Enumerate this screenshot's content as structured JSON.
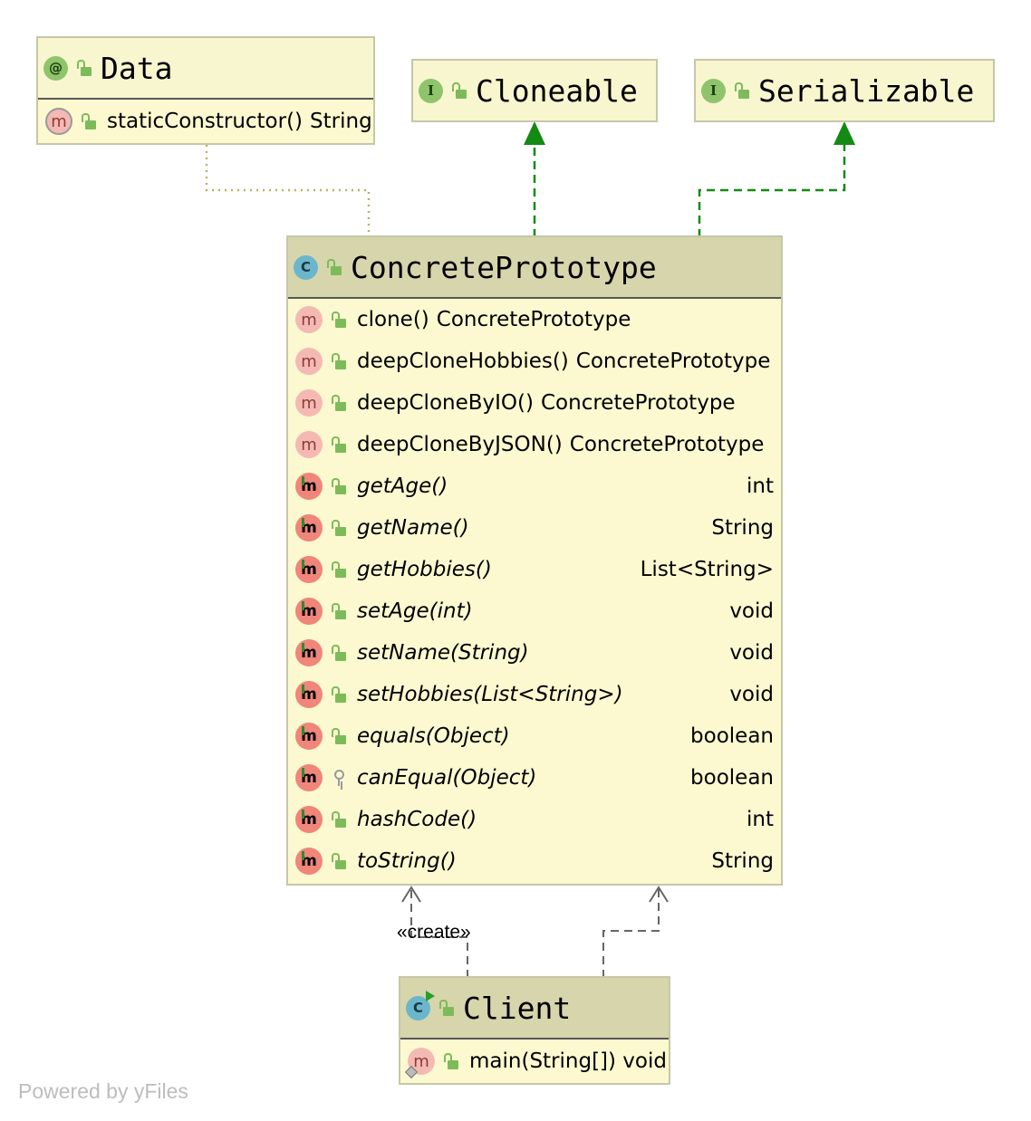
{
  "data_box": {
    "title": "Data",
    "kind_letter": "@",
    "members": [
      {
        "name": "staticConstructor()",
        "type": "String",
        "icon": "static-method-icon"
      }
    ]
  },
  "cloneable_box": {
    "title": "Cloneable",
    "kind_letter": "I"
  },
  "serializable_box": {
    "title": "Serializable",
    "kind_letter": "I"
  },
  "concrete_box": {
    "title": "ConcretePrototype",
    "kind_letter": "C",
    "members": [
      {
        "name": "clone()",
        "type": "ConcretePrototype",
        "italic": false,
        "icon": "method-icon",
        "access": "public"
      },
      {
        "name": "deepCloneHobbies()",
        "type": "ConcretePrototype",
        "italic": false,
        "icon": "method-icon",
        "access": "public"
      },
      {
        "name": "deepCloneByIO()",
        "type": "ConcretePrototype",
        "italic": false,
        "icon": "method-icon",
        "access": "public"
      },
      {
        "name": "deepCloneByJSON()",
        "type": "ConcretePrototype",
        "italic": false,
        "icon": "method-icon",
        "access": "public"
      },
      {
        "name": "getAge()",
        "type": "int",
        "italic": true,
        "icon": "generated-method-icon",
        "access": "public"
      },
      {
        "name": "getName()",
        "type": "String",
        "italic": true,
        "icon": "generated-method-icon",
        "access": "public"
      },
      {
        "name": "getHobbies()",
        "type": "List<String>",
        "italic": true,
        "icon": "generated-method-icon",
        "access": "public"
      },
      {
        "name": "setAge(int)",
        "type": "void",
        "italic": true,
        "icon": "generated-method-icon",
        "access": "public"
      },
      {
        "name": "setName(String)",
        "type": "void",
        "italic": true,
        "icon": "generated-method-icon",
        "access": "public"
      },
      {
        "name": "setHobbies(List<String>)",
        "type": "void",
        "italic": true,
        "icon": "generated-method-icon",
        "access": "public"
      },
      {
        "name": "equals(Object)",
        "type": "boolean",
        "italic": true,
        "icon": "generated-method-icon",
        "access": "public"
      },
      {
        "name": "canEqual(Object)",
        "type": "boolean",
        "italic": true,
        "icon": "generated-method-icon",
        "access": "protected"
      },
      {
        "name": "hashCode()",
        "type": "int",
        "italic": true,
        "icon": "generated-method-icon",
        "access": "public"
      },
      {
        "name": "toString()",
        "type": "String",
        "italic": true,
        "icon": "generated-method-icon",
        "access": "public"
      }
    ]
  },
  "client_box": {
    "title": "Client",
    "kind_letter": "C",
    "members": [
      {
        "name": "main(String[]) void",
        "icon": "static-main-method-icon"
      }
    ]
  },
  "stereotype_label": "«create»",
  "footer": "Powered by yFiles",
  "colors": {
    "box_fill": "#fcf9d0",
    "class_header": "#d7d5ab",
    "realization": "#138a13",
    "dependency": "#666666",
    "annotation_link": "#b7b466"
  }
}
